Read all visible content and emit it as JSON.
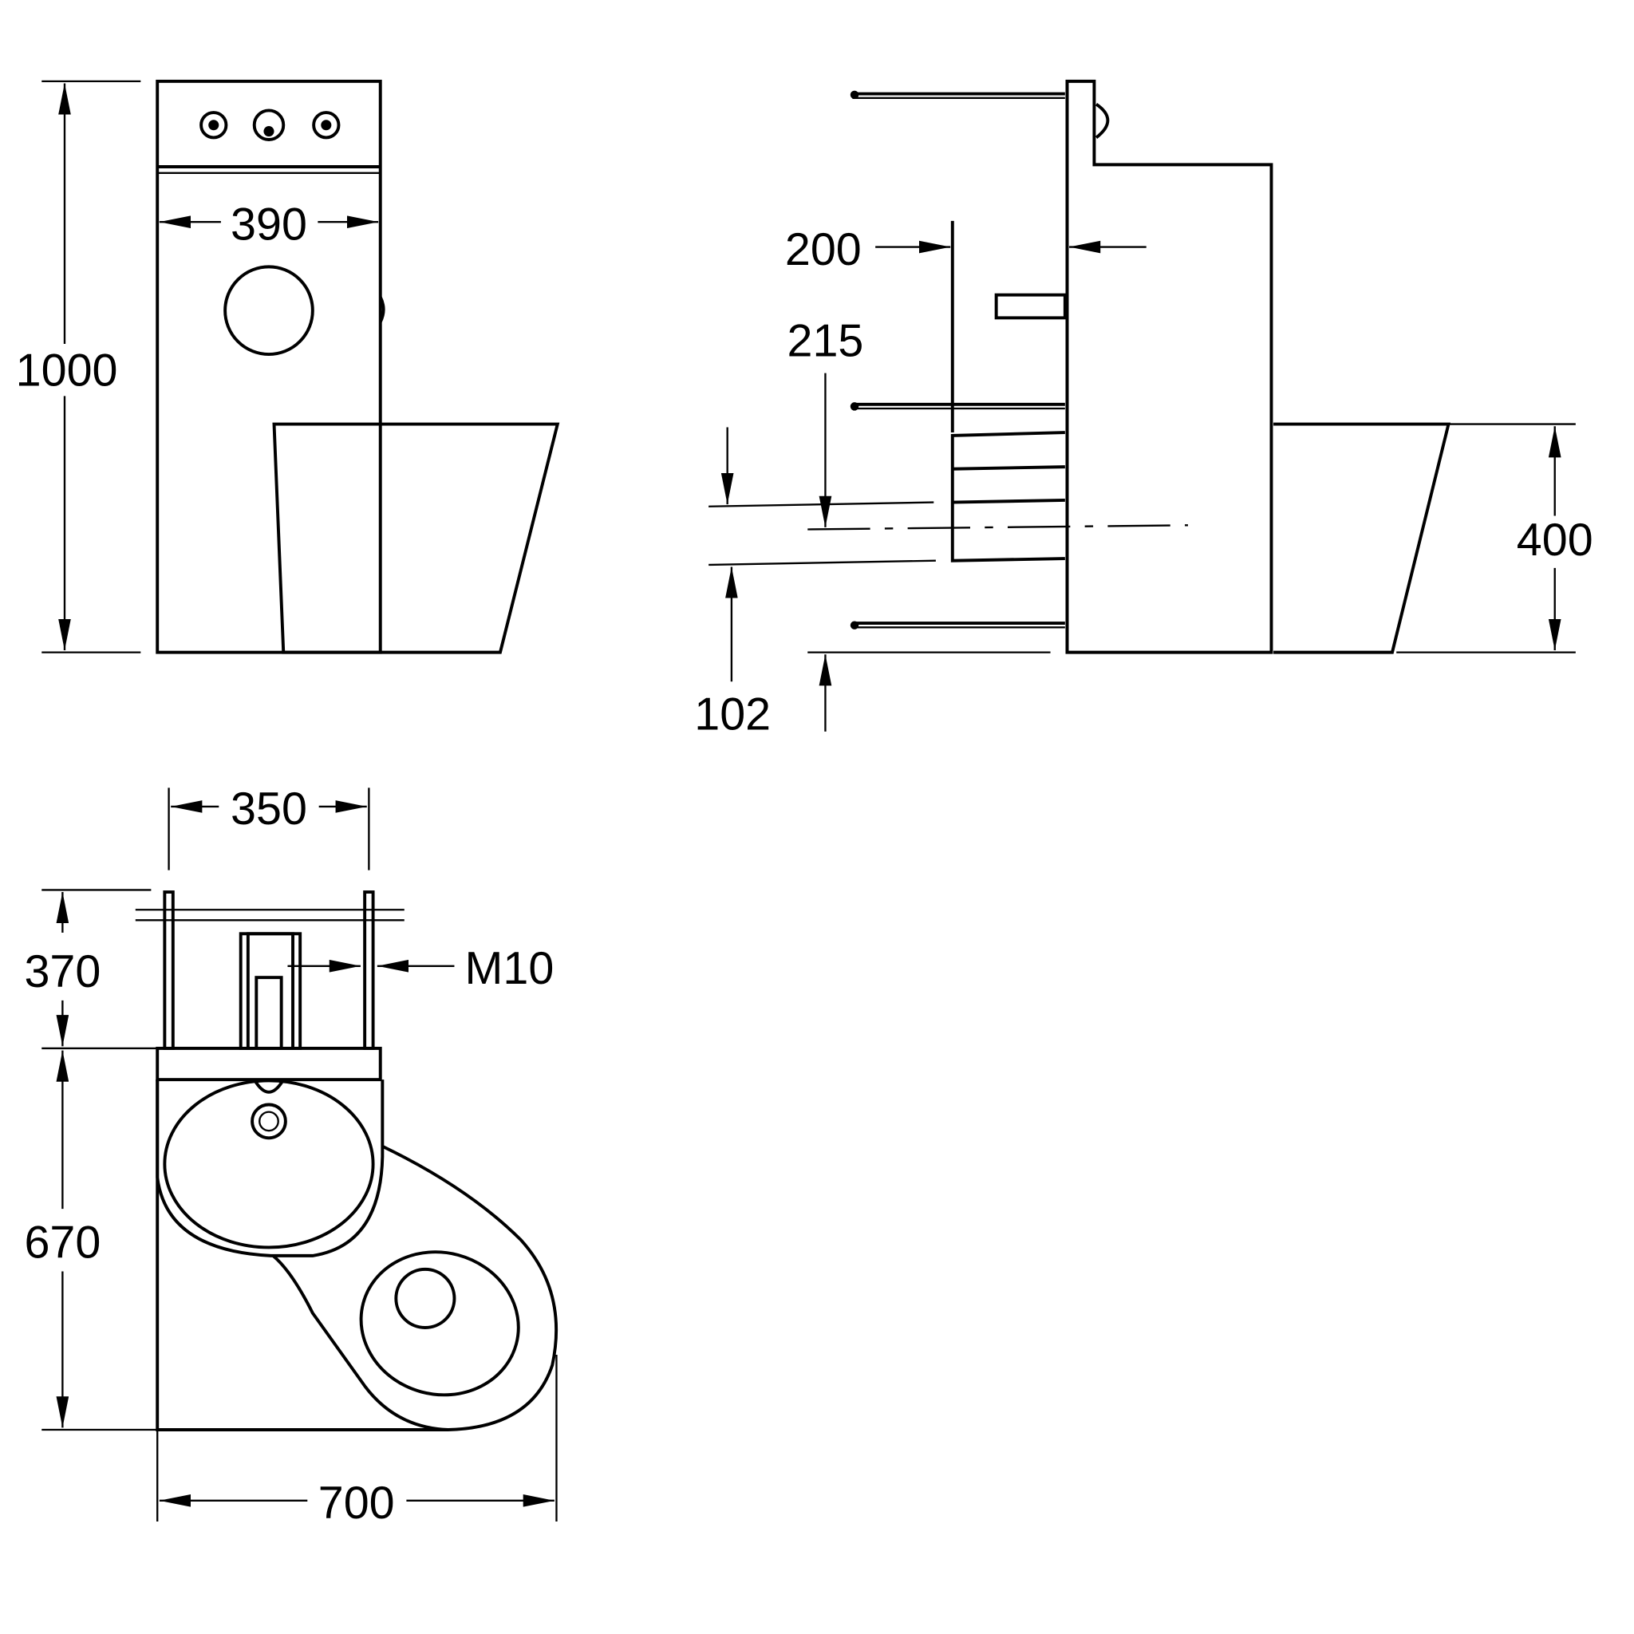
{
  "front_view": {
    "width": "390",
    "height": "1000"
  },
  "side_view": {
    "depth_200": "200",
    "depth_215": "215",
    "height_102": "102",
    "bowl_height": "400"
  },
  "top_view": {
    "stud_spacing": "350",
    "wall_depth": "370",
    "unit_depth": "670",
    "overall_width": "700",
    "thread": "M10"
  }
}
